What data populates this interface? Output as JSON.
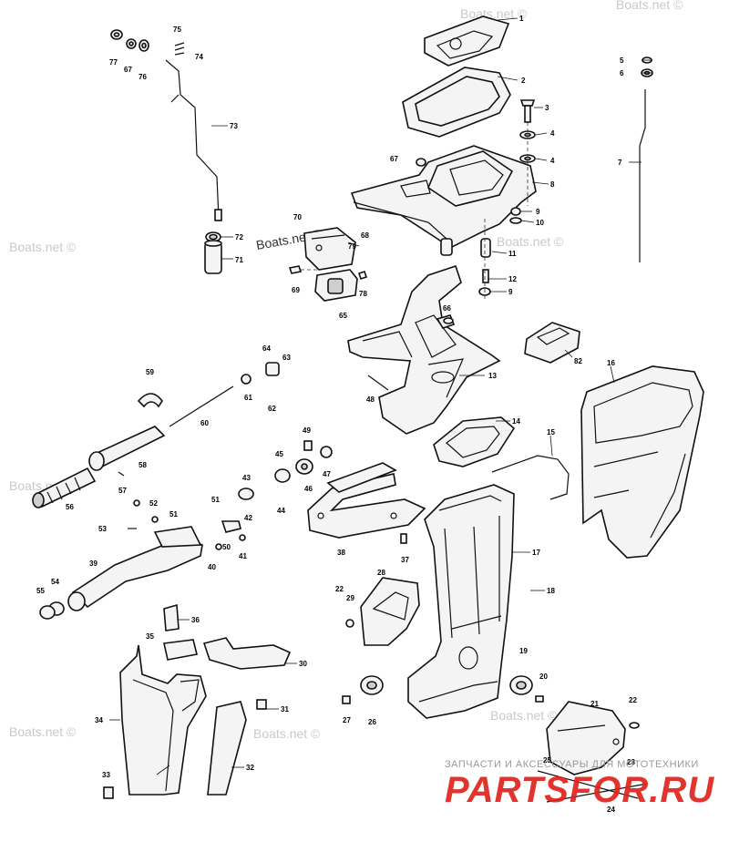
{
  "watermarks": {
    "site": "Boats.net ©",
    "brand_sub": "ЗАПЧАСТИ И АКСЕССУАРЫ ДЛЯ МОТОТЕХНИКИ",
    "brand_main": "PARTSFOR.RU"
  },
  "callouts": [
    {
      "id": "c1",
      "label": "1"
    },
    {
      "id": "c2",
      "label": "2"
    },
    {
      "id": "c3",
      "label": "3"
    },
    {
      "id": "c4a",
      "label": "4"
    },
    {
      "id": "c4b",
      "label": "4"
    },
    {
      "id": "c5",
      "label": "5"
    },
    {
      "id": "c6",
      "label": "6"
    },
    {
      "id": "c7",
      "label": "7"
    },
    {
      "id": "c8",
      "label": "8"
    },
    {
      "id": "c9a",
      "label": "9"
    },
    {
      "id": "c9b",
      "label": "9"
    },
    {
      "id": "c10",
      "label": "10"
    },
    {
      "id": "c11",
      "label": "11"
    },
    {
      "id": "c12",
      "label": "12"
    },
    {
      "id": "c13",
      "label": "13"
    },
    {
      "id": "c14",
      "label": "14"
    },
    {
      "id": "c15",
      "label": "15"
    },
    {
      "id": "c16",
      "label": "16"
    },
    {
      "id": "c17",
      "label": "17"
    },
    {
      "id": "c18",
      "label": "18"
    },
    {
      "id": "c19",
      "label": "19"
    },
    {
      "id": "c20",
      "label": "20"
    },
    {
      "id": "c21",
      "label": "21"
    },
    {
      "id": "c22a",
      "label": "22"
    },
    {
      "id": "c22b",
      "label": "22"
    },
    {
      "id": "c23",
      "label": "23"
    },
    {
      "id": "c24",
      "label": "24"
    },
    {
      "id": "c25",
      "label": "25"
    },
    {
      "id": "c26",
      "label": "26"
    },
    {
      "id": "c27",
      "label": "27"
    },
    {
      "id": "c28",
      "label": "28"
    },
    {
      "id": "c29",
      "label": "29"
    },
    {
      "id": "c30",
      "label": "30"
    },
    {
      "id": "c31",
      "label": "31"
    },
    {
      "id": "c32",
      "label": "32"
    },
    {
      "id": "c33",
      "label": "33"
    },
    {
      "id": "c34",
      "label": "34"
    },
    {
      "id": "c35",
      "label": "35"
    },
    {
      "id": "c36",
      "label": "36"
    },
    {
      "id": "c37",
      "label": "37"
    },
    {
      "id": "c38",
      "label": "38"
    },
    {
      "id": "c39",
      "label": "39"
    },
    {
      "id": "c40",
      "label": "40"
    },
    {
      "id": "c41",
      "label": "41"
    },
    {
      "id": "c42",
      "label": "42"
    },
    {
      "id": "c43",
      "label": "43"
    },
    {
      "id": "c44",
      "label": "44"
    },
    {
      "id": "c45",
      "label": "45"
    },
    {
      "id": "c46",
      "label": "46"
    },
    {
      "id": "c47",
      "label": "47"
    },
    {
      "id": "c48",
      "label": "48"
    },
    {
      "id": "c49",
      "label": "49"
    },
    {
      "id": "c50",
      "label": "50"
    },
    {
      "id": "c51a",
      "label": "51"
    },
    {
      "id": "c51b",
      "label": "51"
    },
    {
      "id": "c52",
      "label": "52"
    },
    {
      "id": "c53",
      "label": "53"
    },
    {
      "id": "c54",
      "label": "54"
    },
    {
      "id": "c55",
      "label": "55"
    },
    {
      "id": "c56",
      "label": "56"
    },
    {
      "id": "c57",
      "label": "57"
    },
    {
      "id": "c58",
      "label": "58"
    },
    {
      "id": "c59",
      "label": "59"
    },
    {
      "id": "c60",
      "label": "60"
    },
    {
      "id": "c61",
      "label": "61"
    },
    {
      "id": "c62",
      "label": "62"
    },
    {
      "id": "c63",
      "label": "63"
    },
    {
      "id": "c64",
      "label": "64"
    },
    {
      "id": "c65",
      "label": "65"
    },
    {
      "id": "c66",
      "label": "66"
    },
    {
      "id": "c67a",
      "label": "67"
    },
    {
      "id": "c67b",
      "label": "67"
    },
    {
      "id": "c68",
      "label": "68"
    },
    {
      "id": "c69",
      "label": "69"
    },
    {
      "id": "c70",
      "label": "70"
    },
    {
      "id": "c71",
      "label": "71"
    },
    {
      "id": "c72",
      "label": "72"
    },
    {
      "id": "c73",
      "label": "73"
    },
    {
      "id": "c74",
      "label": "74"
    },
    {
      "id": "c75",
      "label": "75"
    },
    {
      "id": "c76",
      "label": "76"
    },
    {
      "id": "c77",
      "label": "77"
    },
    {
      "id": "c78",
      "label": "78"
    },
    {
      "id": "c79",
      "label": "79"
    },
    {
      "id": "c82",
      "label": "82"
    }
  ]
}
